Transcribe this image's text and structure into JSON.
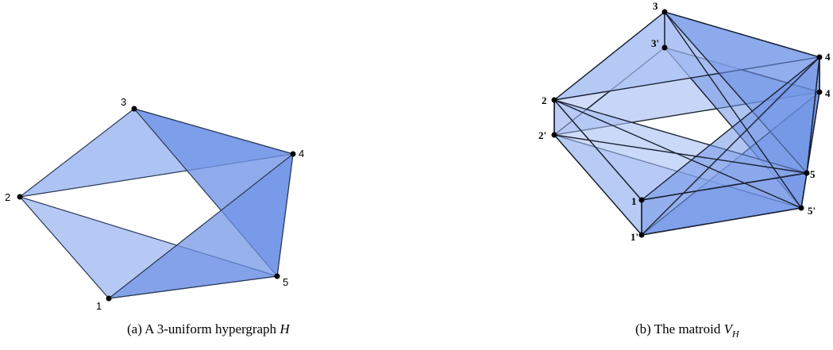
{
  "figure_a": {
    "vertex_labels": {
      "v1": "1",
      "v2": "2",
      "v3": "3",
      "v4": "4",
      "v5": "5"
    },
    "caption": {
      "prefix": "(a) A 3-uniform hypergraph",
      "symbol": "H"
    }
  },
  "figure_b": {
    "vertex_labels": {
      "v1": "1",
      "v2": "2",
      "v3": "3",
      "v4": "4",
      "v5": "5",
      "v1p": "1'",
      "v2p": "2'",
      "v3p": "3'",
      "v4p": "4",
      "v5p": "5'"
    },
    "caption": {
      "prefix": "(b) The matroid",
      "symbol": "V",
      "subscript": "H"
    }
  },
  "colors": {
    "face_light": "#a9c0f3",
    "face_mid": "#8ba8ec",
    "face_dark": "#6f93e6",
    "edge": "#2b3a55"
  }
}
